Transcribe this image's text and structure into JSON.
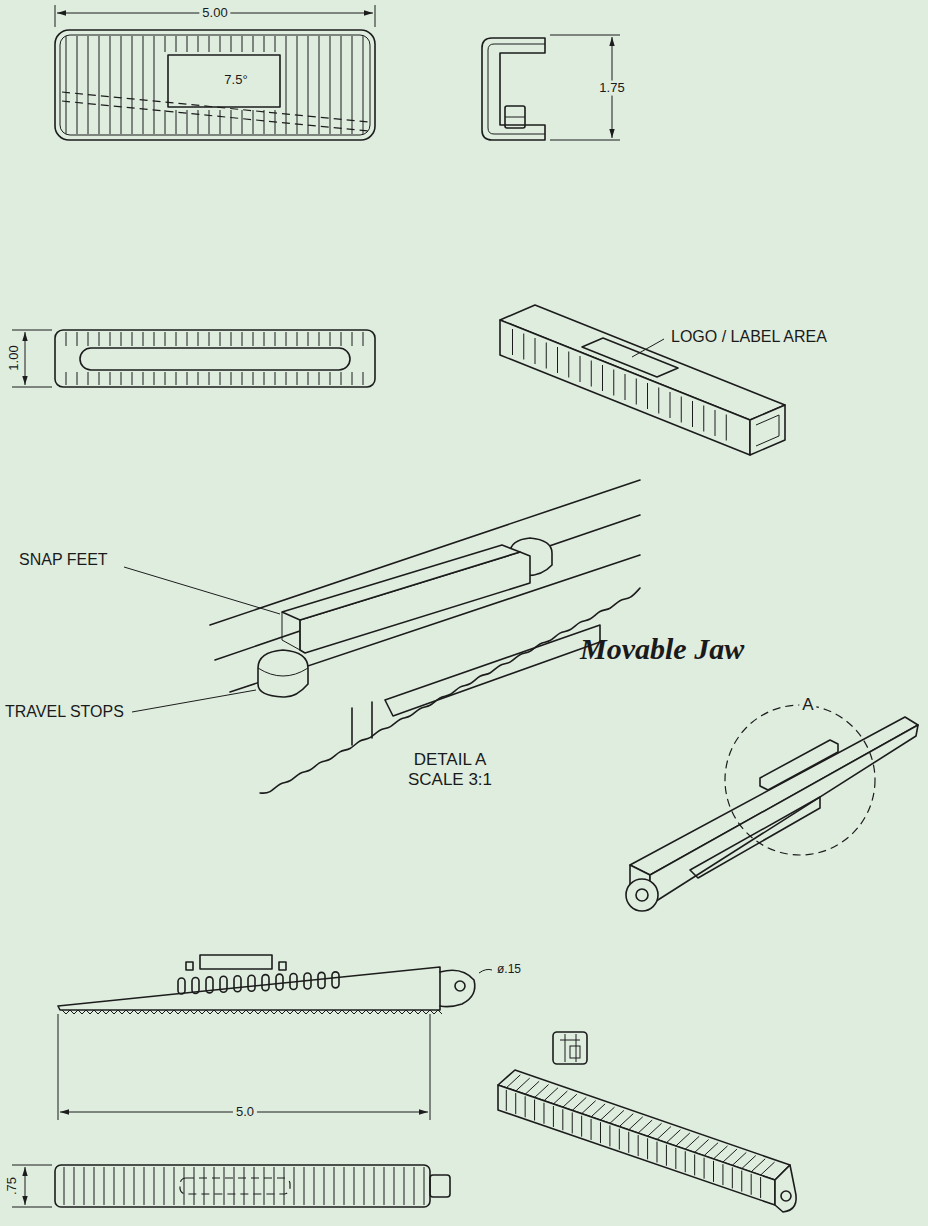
{
  "diagram": {
    "title": "Movable Jaw",
    "labels": [
      "5.00",
      "7.5°",
      "1.75",
      "1.00",
      "LOGO / LABEL AREA",
      "SNAP FEET",
      "TRAVEL STOPS",
      "DETAIL A SCALE 3:1",
      "A",
      "ø.15",
      "5.0",
      ".75"
    ]
  }
}
